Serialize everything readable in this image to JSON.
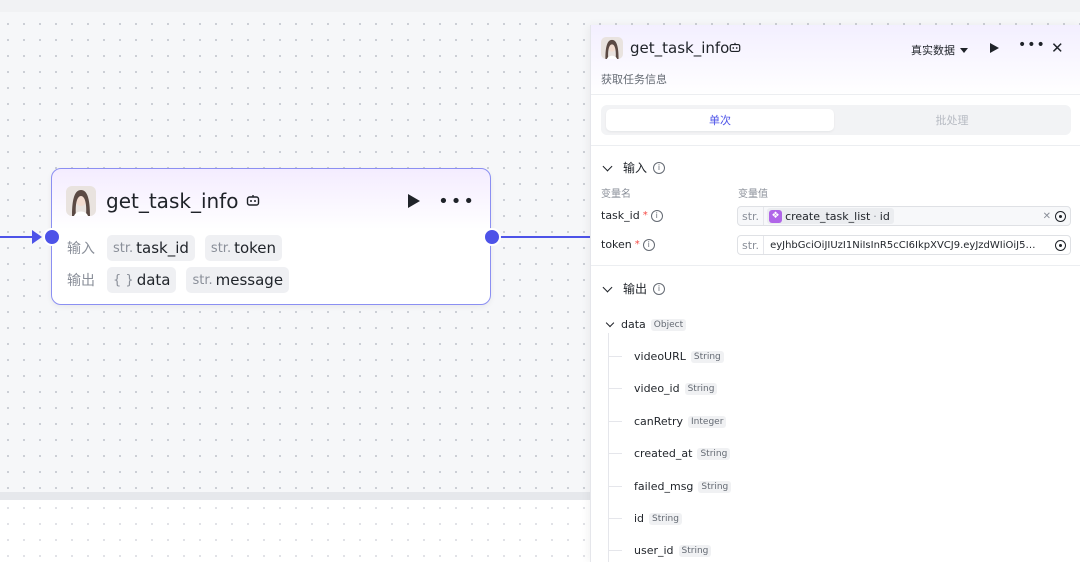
{
  "node": {
    "title": "get_task_info",
    "input_label": "输入",
    "output_label": "输出",
    "inputs": [
      {
        "type": "str.",
        "name": "task_id"
      },
      {
        "type": "str.",
        "name": "token"
      }
    ],
    "outputs": [
      {
        "type": "{ }",
        "name": "data"
      },
      {
        "type": "str.",
        "name": "message"
      }
    ]
  },
  "panel": {
    "title": "get_task_info",
    "description": "获取任务信息",
    "data_mode": "真实数据",
    "tabs": {
      "single": "单次",
      "batch": "批处理"
    },
    "input_section": "输入",
    "output_section": "输出",
    "col_name": "变量名",
    "col_value": "变量值",
    "inputs": [
      {
        "name": "task_id",
        "required": "*",
        "type": "str.",
        "ref_node": "create_task_list",
        "ref_sep": "·",
        "ref_field": "id"
      },
      {
        "name": "token",
        "required": "*",
        "type": "str.",
        "value": "eyJhbGciOiJIUzI1NiIsInR5cCI6IkpXVCJ9.eyJzdWIiOiJ5…"
      }
    ],
    "output_root": {
      "name": "data",
      "type": "Object"
    },
    "output_fields": [
      {
        "name": "videoURL",
        "type": "String"
      },
      {
        "name": "video_id",
        "type": "String"
      },
      {
        "name": "canRetry",
        "type": "Integer"
      },
      {
        "name": "created_at",
        "type": "String"
      },
      {
        "name": "failed_msg",
        "type": "String"
      },
      {
        "name": "id",
        "type": "String"
      },
      {
        "name": "user_id",
        "type": "String"
      }
    ]
  },
  "colors": {
    "accent": "#4d53e8",
    "required": "#f54a45"
  }
}
